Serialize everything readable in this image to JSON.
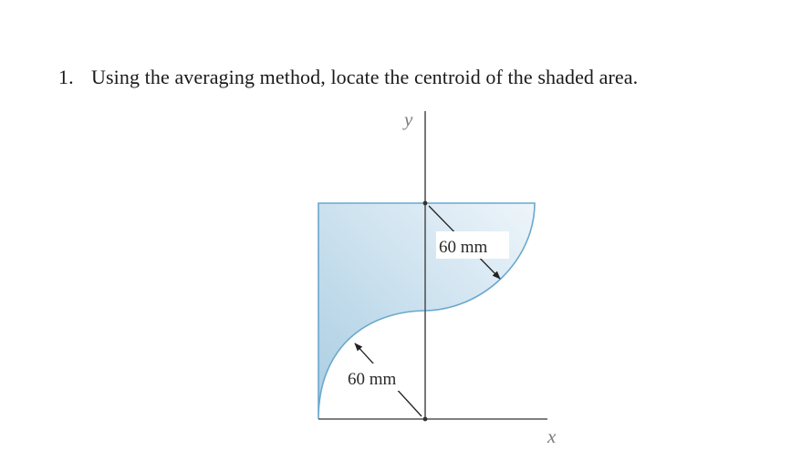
{
  "problem": {
    "number": "1.",
    "text": "Using the averaging method, locate the centroid of the shaded area."
  },
  "figure": {
    "y_axis_label": "y",
    "x_axis_label": "x",
    "upper_radius_label": "60 mm",
    "lower_radius_label": "60 mm",
    "shade_color_light": "#e8f1f8",
    "shade_color_dark": "#a9cde2",
    "outline_color": "#6aa8cf"
  }
}
